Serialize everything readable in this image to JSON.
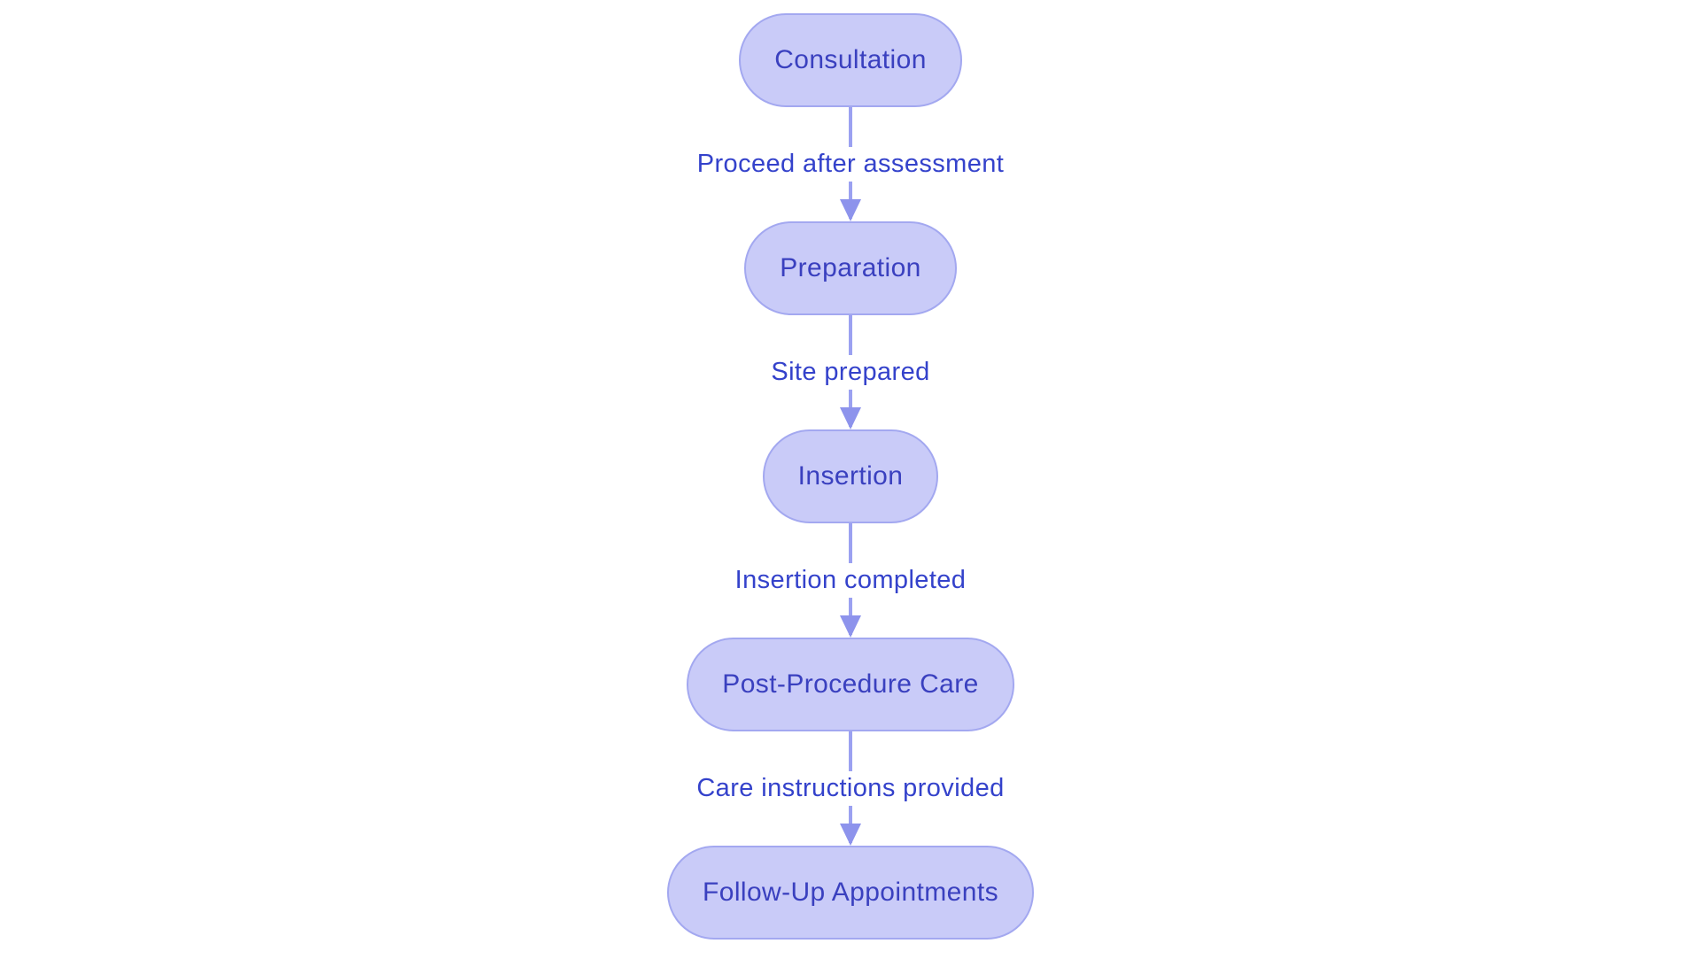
{
  "diagram": {
    "type": "flowchart-top-down",
    "background_color": "#ffffff",
    "palette": {
      "node_fill": "#c9cbf8",
      "node_border": "#a3a8f0",
      "node_text": "#3a40bf",
      "edge_label_text": "#3442cb",
      "edge_line": "#9ba1f1",
      "arrowhead": "#8d93ec"
    },
    "nodes": [
      {
        "id": "consultation",
        "label": "Consultation"
      },
      {
        "id": "preparation",
        "label": "Preparation"
      },
      {
        "id": "insertion",
        "label": "Insertion"
      },
      {
        "id": "post-procedure-care",
        "label": "Post-Procedure Care"
      },
      {
        "id": "follow-up-appointments",
        "label": "Follow-Up Appointments"
      }
    ],
    "edges": [
      {
        "from": "consultation",
        "to": "preparation",
        "label": "Proceed after assessment"
      },
      {
        "from": "preparation",
        "to": "insertion",
        "label": "Site prepared"
      },
      {
        "from": "insertion",
        "to": "post-procedure-care",
        "label": "Insertion completed"
      },
      {
        "from": "post-procedure-care",
        "to": "follow-up-appointments",
        "label": "Care instructions provided"
      }
    ]
  }
}
